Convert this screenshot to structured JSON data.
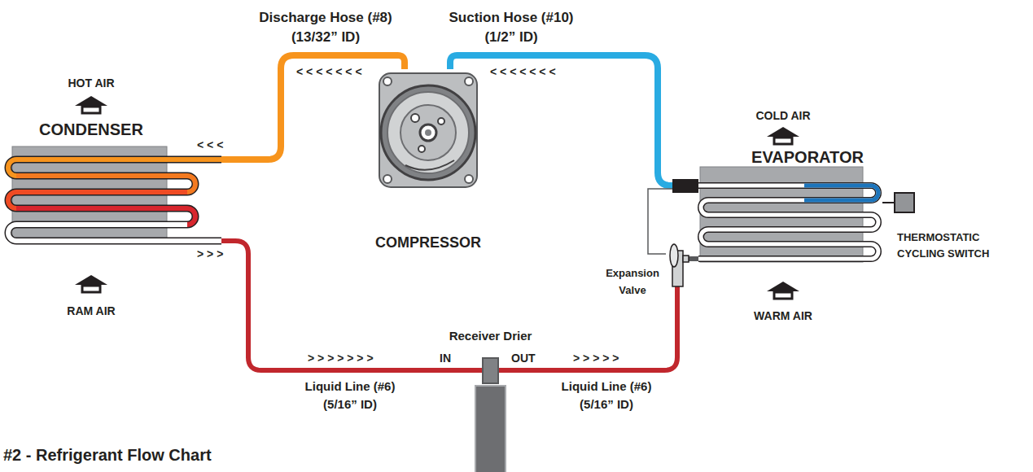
{
  "diagram": {
    "caption": "#2 - Refrigerant Flow Chart",
    "nodes": [
      {
        "text": [
          "CONDENSER"
        ]
      },
      {
        "text": [
          "COMPRESSOR"
        ]
      },
      {
        "text": [
          "EVAPORATOR"
        ]
      },
      {
        "text": [
          "THERMOSTATIC CYCLING SWITCH"
        ]
      },
      {
        "text": [
          "Expansion Valve"
        ]
      },
      {
        "text": [
          "Receiver Drier"
        ]
      }
    ],
    "edges": [
      {
        "from": 1,
        "to": 0,
        "arrow": "none"
      },
      {
        "from": 0,
        "to": 5,
        "arrow": "none"
      },
      {
        "from": 5,
        "to": 4,
        "arrow": "none"
      },
      {
        "from": 4,
        "to": 2,
        "arrow": "none"
      },
      {
        "from": 2,
        "to": 1,
        "arrow": "none"
      },
      {
        "from": 2,
        "to": 3,
        "arrow": "none"
      }
    ],
    "labels": [
      "Discharge Hose (#8)",
      "(13/32” ID)",
      "Suction Hose (#10)",
      "(1/2” ID)",
      "HOT AIR",
      "< < < < < < <",
      "< < < < < < <",
      "< < <",
      "COLD AIR",
      "WARM AIR",
      "RAM AIR",
      "> > >",
      "> > > > > > >",
      "IN",
      "OUT",
      "> > > > >",
      "Liquid Line (#6)",
      "(5/16” ID)",
      "Liquid Line (#6)",
      "(5/16” ID)"
    ]
  }
}
